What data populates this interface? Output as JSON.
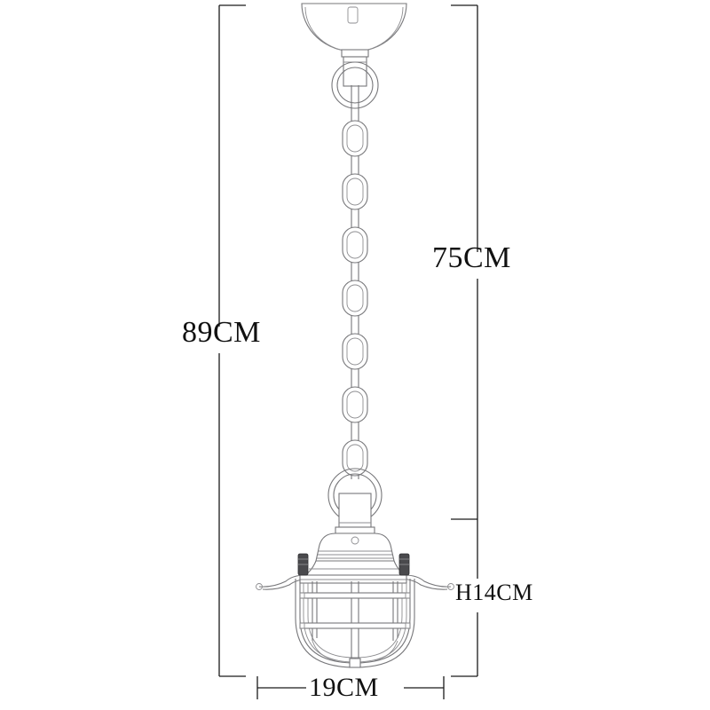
{
  "drawing": {
    "title": "pendant-lamp-dimension-drawing",
    "background_color": "#ffffff",
    "line_color": "#77777a",
    "dim_line_color": "#1a1a1a",
    "text_color": "#111111",
    "accent_dark": "#3a3a3a"
  },
  "dimensions": {
    "total_height": "89CM",
    "drop_height": "75CM",
    "shade_height": "H14CM",
    "shade_width": "19CM"
  },
  "parts": {
    "canopy": "ceiling-canopy",
    "canopy_ring": "canopy-hanging-ring",
    "chain": "suspension-chain",
    "chain_links": 7,
    "lamp_ring": "lamp-hanging-ring",
    "neck": "lamp-neck",
    "collar": "ribbed-collar",
    "collar_ribs": 6,
    "brim": "flared-brim",
    "screw_posts": 2,
    "cage": "protective-cage",
    "cage_vertical_bars": 5,
    "cage_horizontal_rings": 2,
    "globe": "glass-globe",
    "finial": "bottom-finial"
  }
}
